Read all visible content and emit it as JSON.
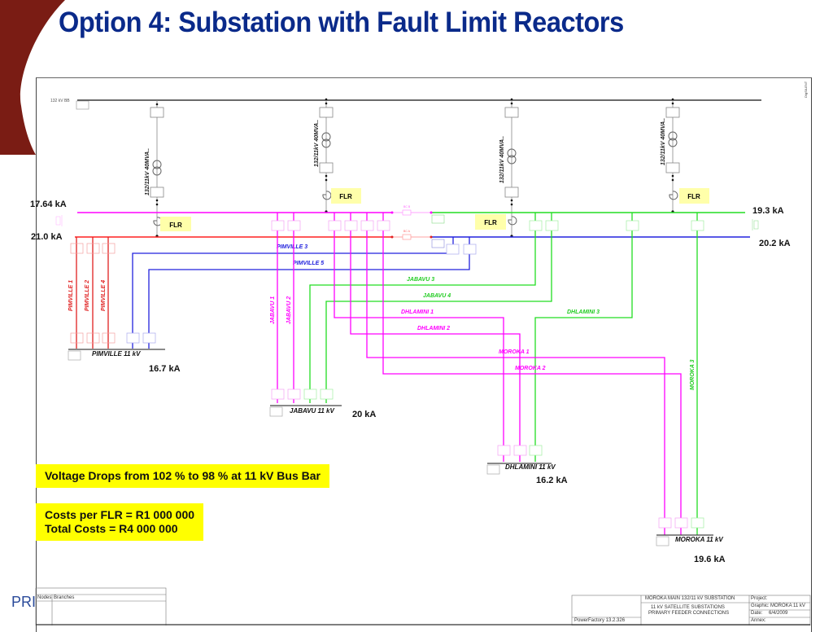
{
  "slide": {
    "title": "Option 4:  Substation with Fault Limit Reactors",
    "footer_fragment": "PRI",
    "colors": {
      "title": "#0a2a8a",
      "accent_maroon": "#7a1c14",
      "magenta_bus": "#ff00ff",
      "red_bus": "#ff2020",
      "green_bus": "#22dd22",
      "blue_bus": "#2222dd",
      "flr_label_bg": "#ffffaa",
      "note_bg": "#ffff00"
    }
  },
  "diagram": {
    "hv_bus_label": "132 kV BB",
    "transformer_label": "132/11kV 40MVA..",
    "flr_label": "FLR",
    "coupler_labels": [
      "BC B",
      "BC A"
    ],
    "fault_levels": {
      "main_magenta": "17.64 kA",
      "main_red": "21.0 kA",
      "main_green": "19.3 kA",
      "main_blue": "20.2 kA",
      "pimville": "16.7 kA",
      "jabavu": "20 kA",
      "dhlamini": "16.2 kA",
      "moroka": "19.6 kA"
    },
    "substations": {
      "pimville": "PIMVILLE 11 kV",
      "jabavu": "JABAVU 11 kV",
      "dhlamini": "DHLAMINI 11 kV",
      "moroka": "MOROKA 11 kV"
    },
    "feeders": {
      "pimville1": "PIMVILLE 1",
      "pimville2": "PIMVILLE 2",
      "pimville3": "PIMVILLE 3",
      "pimville4": "PIMVILLE 4",
      "pimville5": "PIMVILLE 5",
      "jabavu1": "JABAVU 1",
      "jabavu2": "JABAVU 2",
      "jabavu3": "JABAVU 3",
      "jabavu4": "JABAVU 4",
      "dhlamini1": "DHLAMINI 1",
      "dhlamini2": "DHLAMINI 2",
      "dhlamini3": "DHLAMINI 3",
      "moroka1": "MOROKA 1",
      "moroka2": "MOROKA 2",
      "moroka3": "MOROKA 3"
    },
    "vendor_mark": "DIgSILENT"
  },
  "notes": {
    "voltage_drop": "Voltage Drops from 102 % to 98 % at 11 kV Bus Bar",
    "cost_per_flr": "Costs per FLR = R1 000 000",
    "total_costs": "Total Costs = R4 000 000"
  },
  "title_block": {
    "legend_nodes": "Nodes",
    "legend_branches": "Branches",
    "software": "PowerFactory 13.2.326",
    "main_title": "MOROKA MAIN 132/11 kV SUBSTATION",
    "subtitle_1": "11 kV SATELLITE SUBSTATIONS",
    "subtitle_2": "PRIMARY FEEDER CONNECTIONS",
    "project_label": "Project:",
    "project_value": "",
    "graphic_label": "Graphic:",
    "graphic_value": "MOROKA 11 kV",
    "date_label": "Date:",
    "date_value": "6/4/2009",
    "annex_label": "Annex:"
  }
}
